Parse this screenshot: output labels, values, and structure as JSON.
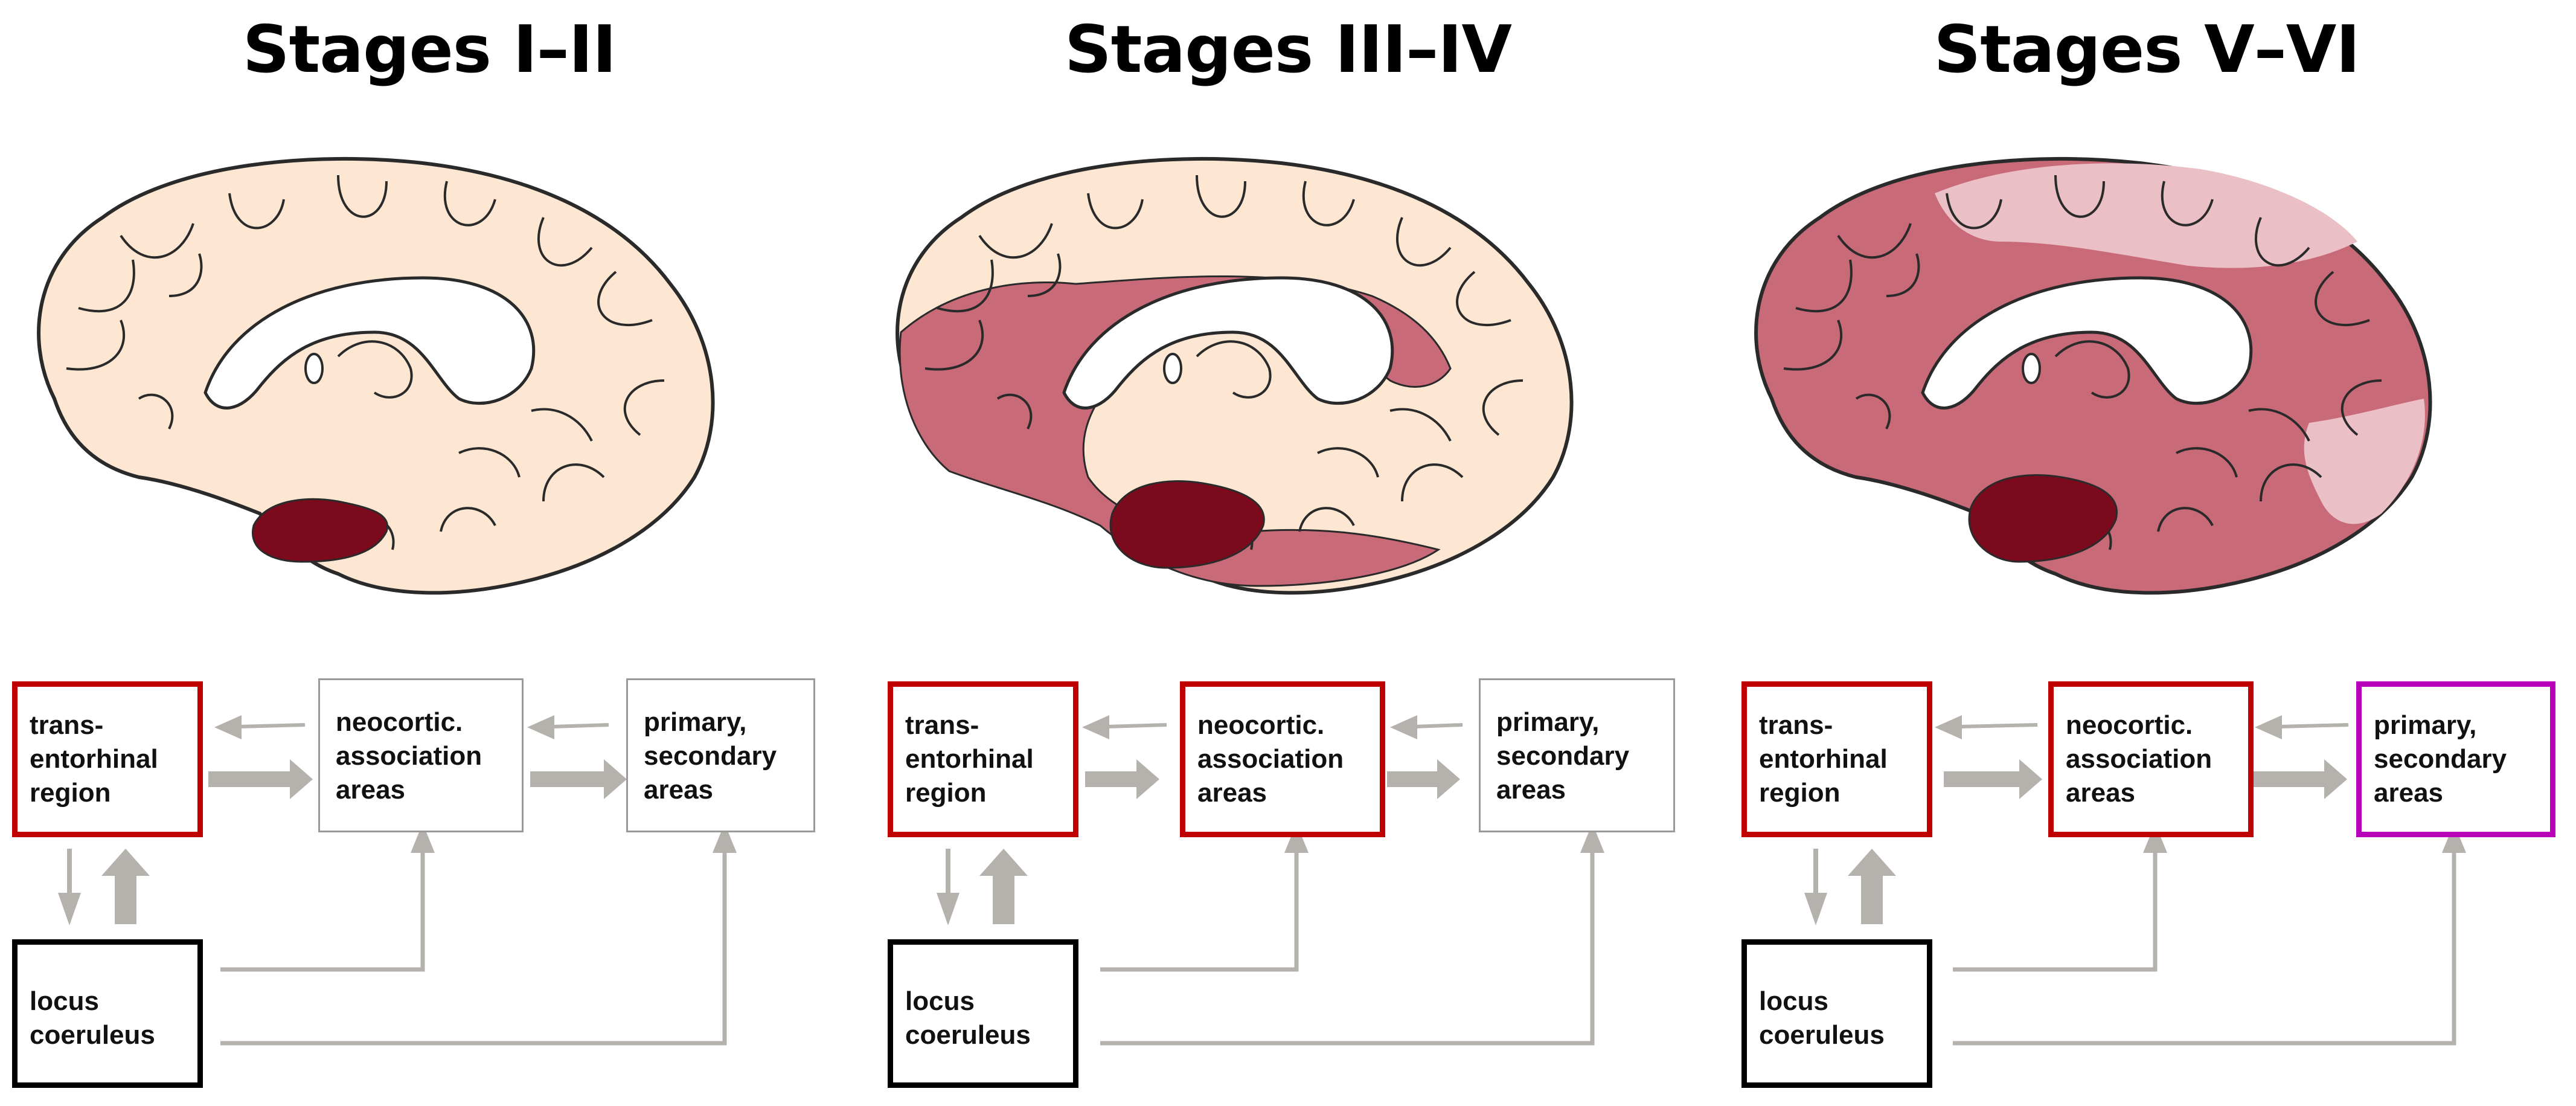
{
  "panels": [
    {
      "title": "Stages I–II",
      "box1": [
        "trans-",
        "entorhinal",
        "region"
      ],
      "box2": [
        "neocortic.",
        "association",
        "areas"
      ],
      "box3": [
        "primary,",
        "secondary",
        "areas"
      ],
      "box4": [
        "locus",
        "coeruleus"
      ]
    },
    {
      "title": "Stages III–IV",
      "box1": [
        "trans-",
        "entorhinal",
        "region"
      ],
      "box2": [
        "neocortic.",
        "association",
        "areas"
      ],
      "box3": [
        "primary,",
        "secondary",
        "areas"
      ],
      "box4": [
        "locus",
        "coeruleus"
      ]
    },
    {
      "title": "Stages V–VI",
      "box1": [
        "trans-",
        "entorhinal",
        "region"
      ],
      "box2": [
        "neocortic.",
        "association",
        "areas"
      ],
      "box3": [
        "primary,",
        "secondary",
        "areas"
      ],
      "box4": [
        "locus",
        "coeruleus"
      ]
    }
  ],
  "colors": {
    "brain_base": "#fde7d3",
    "gyrus_line": "#2a2a2a",
    "involved_mild": "#ebbfc6",
    "involved": "#c96a78",
    "involved_core": "#7a0a1c",
    "box_involved_border": "#c00000",
    "box_late_border": "#b800b8",
    "box_lc_border": "#000000",
    "box_uninvolved_border": "#9a9a9a",
    "arrow": "#b5b1ad"
  }
}
